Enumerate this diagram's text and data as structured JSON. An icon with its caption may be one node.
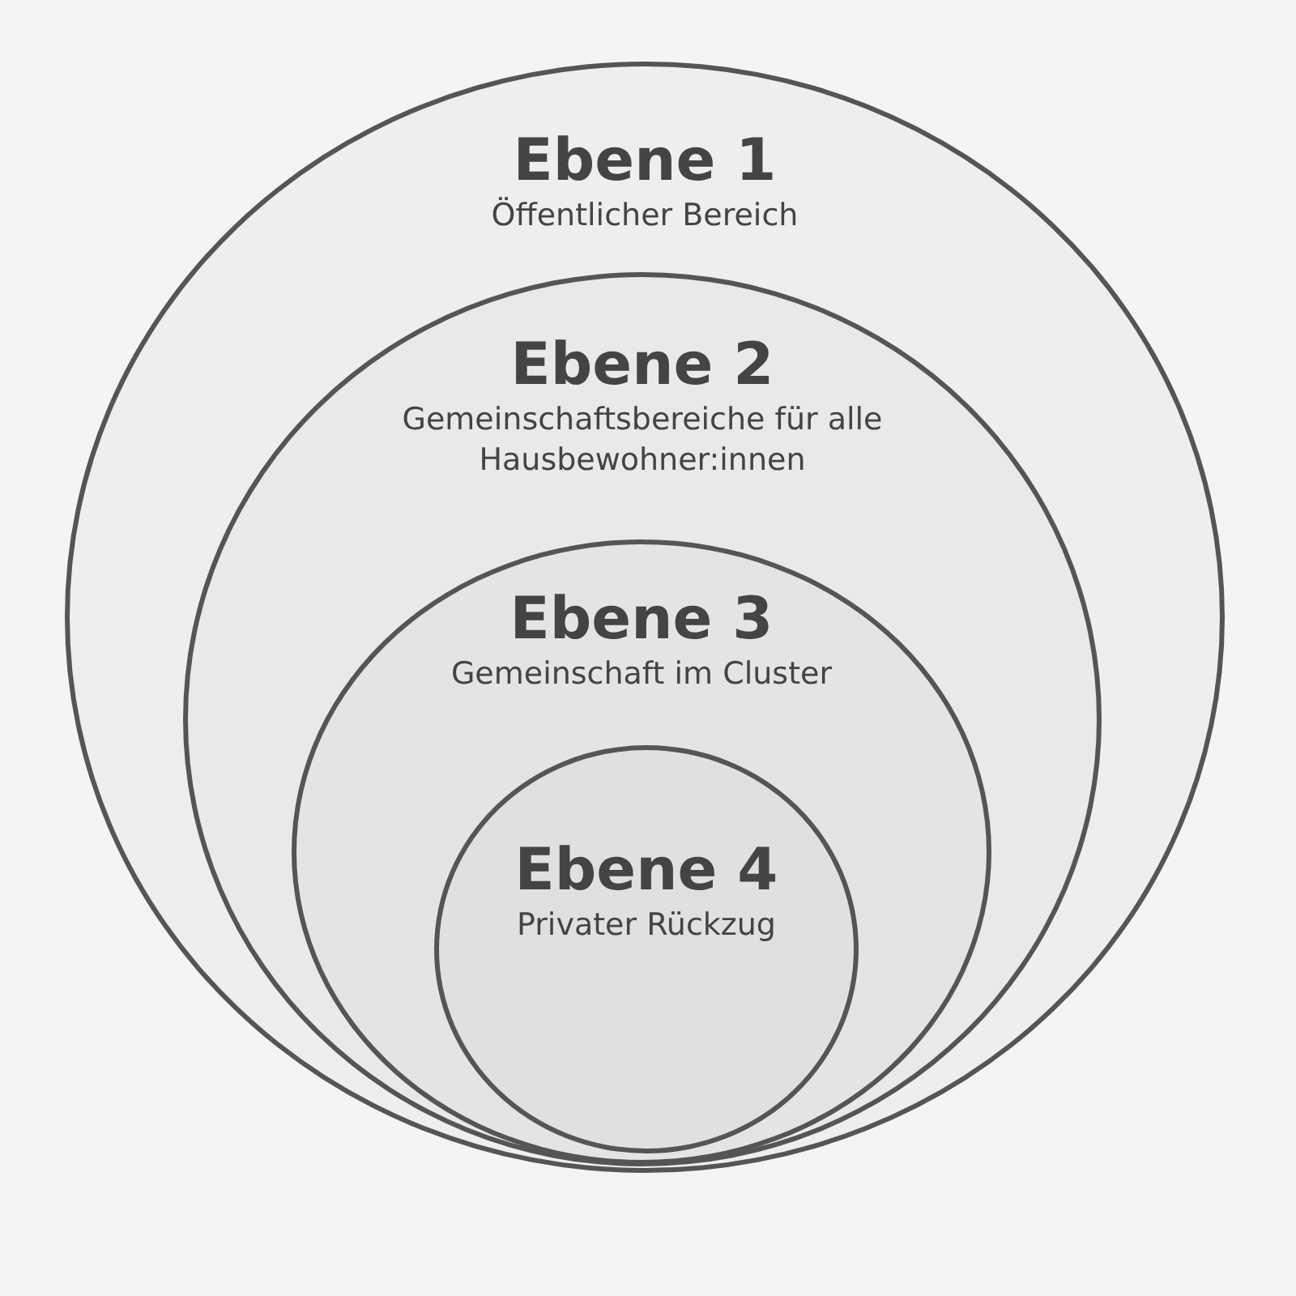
{
  "diagram": {
    "nodes": [
      {
        "text": [
          "Ebene 1",
          "Öffentlicher Bereich"
        ]
      },
      {
        "text": [
          "Ebene 2",
          "Gemeinschaftsbereiche für alle Hausbewohner:innen"
        ],
        "in": 0
      },
      {
        "text": [
          "Ebene 3",
          "Gemeinschaft im Cluster"
        ],
        "in": 1
      },
      {
        "text": [
          "Ebene 4",
          "Privater Rückzug"
        ],
        "in": 2
      }
    ],
    "edges": []
  }
}
